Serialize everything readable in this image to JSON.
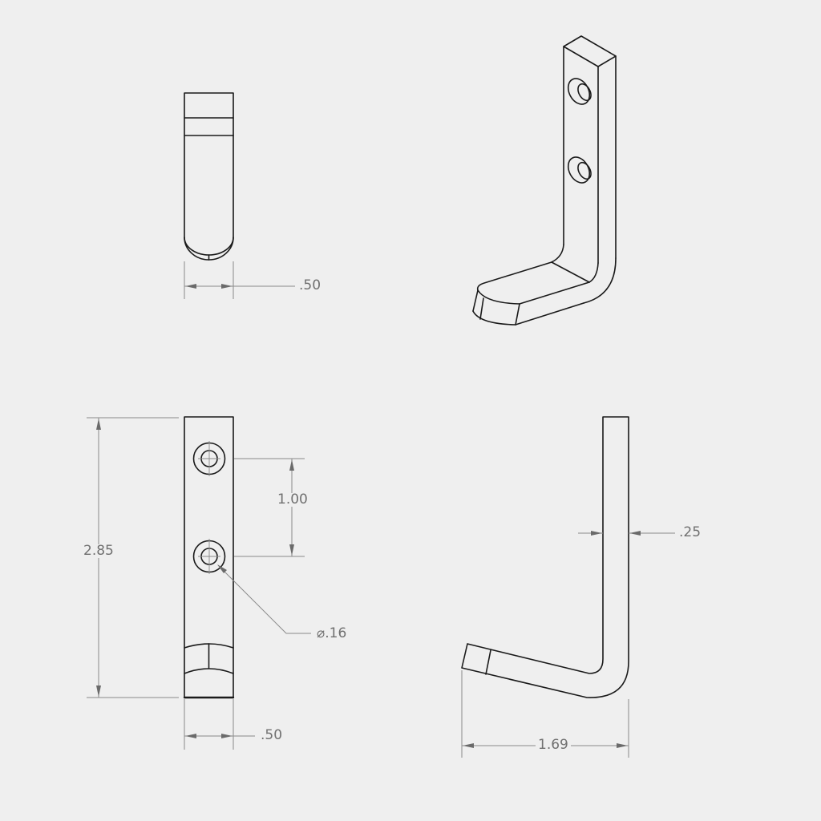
{
  "drawing": {
    "type": "engineering-drawing",
    "subject": "wall hook bracket",
    "units": "inches",
    "background_color": "#efefef",
    "line_color": "#1a1a1a",
    "dimension_color": "#8a8a8a",
    "views": [
      {
        "name": "top-view",
        "position": "top-left"
      },
      {
        "name": "isometric-view",
        "position": "top-right"
      },
      {
        "name": "front-view",
        "position": "bottom-left"
      },
      {
        "name": "side-view",
        "position": "bottom-right"
      }
    ]
  },
  "dimensions": {
    "top_width": ".50",
    "front_height": "2.85",
    "hole_spacing": "1.00",
    "hole_diameter_symbol": "⌀",
    "hole_diameter": ".16",
    "front_width": ".50",
    "thickness": ".25",
    "depth": "1.69"
  }
}
